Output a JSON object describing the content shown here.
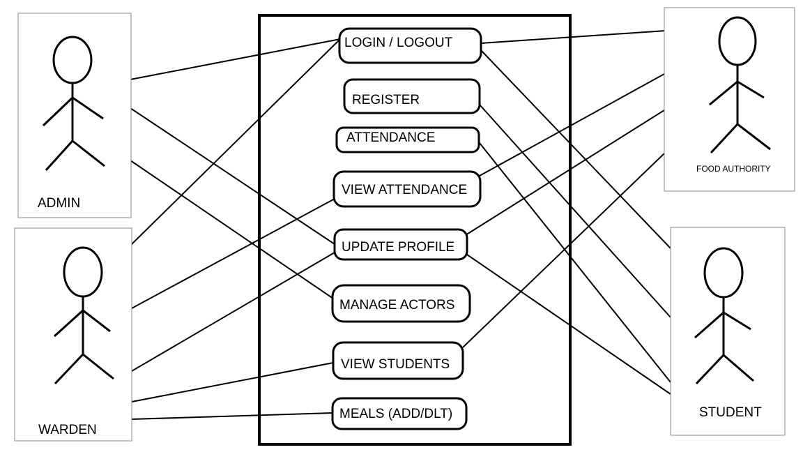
{
  "actors": {
    "admin": "ADMIN",
    "warden": "WARDEN",
    "food_authority": "FOOD AUTHORITY",
    "student": "STUDENT"
  },
  "use_cases": {
    "login": "LOGIN / LOGOUT",
    "register": "REGISTER",
    "attendance": "ATTENDANCE",
    "view_attendance": "VIEW ATTENDANCE",
    "update_profile": "UPDATE PROFILE",
    "manage_actors": "MANAGE ACTORS",
    "view_students": "VIEW STUDENTS",
    "meals": "MEALS (ADD/DLT)"
  },
  "colors": {
    "stroke": "#000000",
    "actor_frame": "#888888",
    "background": "#ffffff"
  }
}
